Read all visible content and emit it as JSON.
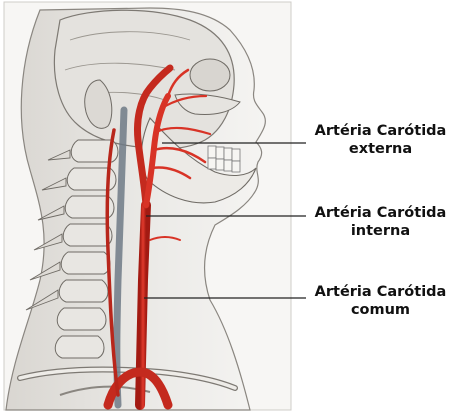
{
  "labels": {
    "external": {
      "line1": "Artéria Carótida",
      "line2": "externa"
    },
    "internal": {
      "line1": "Artéria Carótida",
      "line2": "interna"
    },
    "common": {
      "line1": "Artéria Carótida",
      "line2": "comum"
    }
  },
  "colors": {
    "artery": "#d12a1e",
    "artery_dark": "#9e1810",
    "skin": "#e9e7e3",
    "bone": "#f2f0ec",
    "line": "#222222"
  }
}
